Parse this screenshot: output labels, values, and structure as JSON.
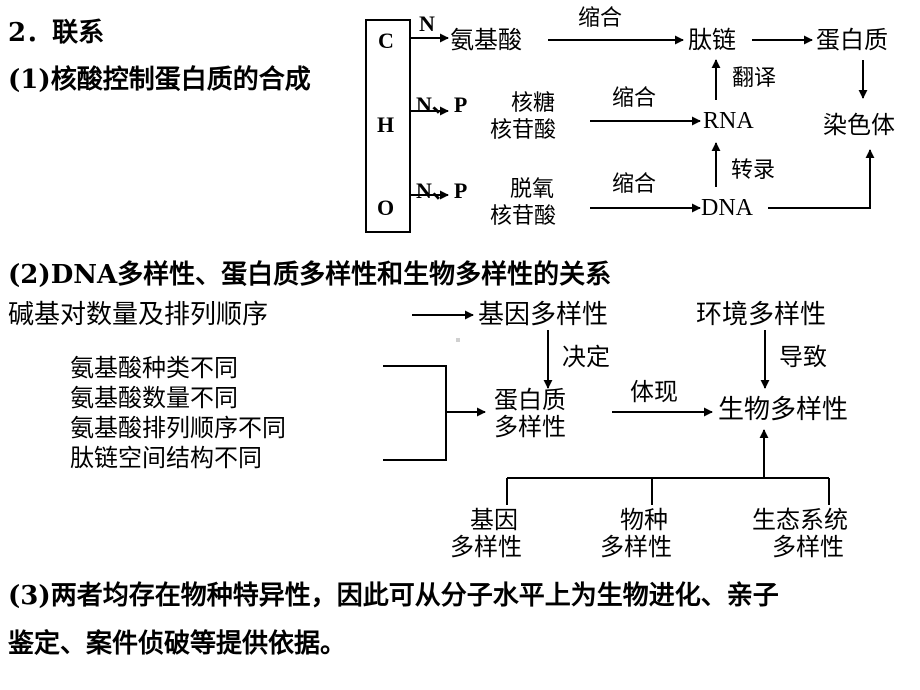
{
  "section": {
    "heading": "2．联系",
    "p1_title": "(1)核酸控制蛋白质的合成",
    "p2_title": "(2)DNA多样性、蛋白质多样性和生物多样性的关系",
    "p3_line1": "(3)两者均存在物种特异性，因此可从分子水平上为生物进化、亲子",
    "p3_line2": "鉴定、案件侦破等提供依据。"
  },
  "diagram1": {
    "elements": [
      "C",
      "H",
      "O"
    ],
    "row1": {
      "element": "N",
      "monomer": "氨基酸",
      "process": "缩合",
      "product": "肽链",
      "final": "蛋白质"
    },
    "row2": {
      "element": "N、P",
      "monomer_l1": "核糖",
      "monomer_l2": "核苷酸",
      "process": "缩合",
      "product": "RNA"
    },
    "row3": {
      "element": "N、P",
      "monomer_l1": "脱氧",
      "monomer_l2": "核苷酸",
      "process": "缩合",
      "product": "DNA"
    },
    "translation": "翻译",
    "transcription": "转录",
    "chromosome": "染色体"
  },
  "diagram2": {
    "base_order": "碱基对数量及排列顺序",
    "gene_div": "基因多样性",
    "env_div": "环境多样性",
    "decides": "决定",
    "causes": "导致",
    "reasons": [
      "氨基酸种类不同",
      "氨基酸数量不同",
      "氨基酸排列顺序不同",
      "肽链空间结构不同"
    ],
    "protein_l1": "蛋白质",
    "protein_l2": "多样性",
    "embody": "体现",
    "bio_div": "生物多样性",
    "levels": [
      {
        "l1": "基因",
        "l2": "多样性"
      },
      {
        "l1": "物种",
        "l2": "多样性"
      },
      {
        "l1": "生态系统",
        "l2": "多样性"
      }
    ]
  }
}
